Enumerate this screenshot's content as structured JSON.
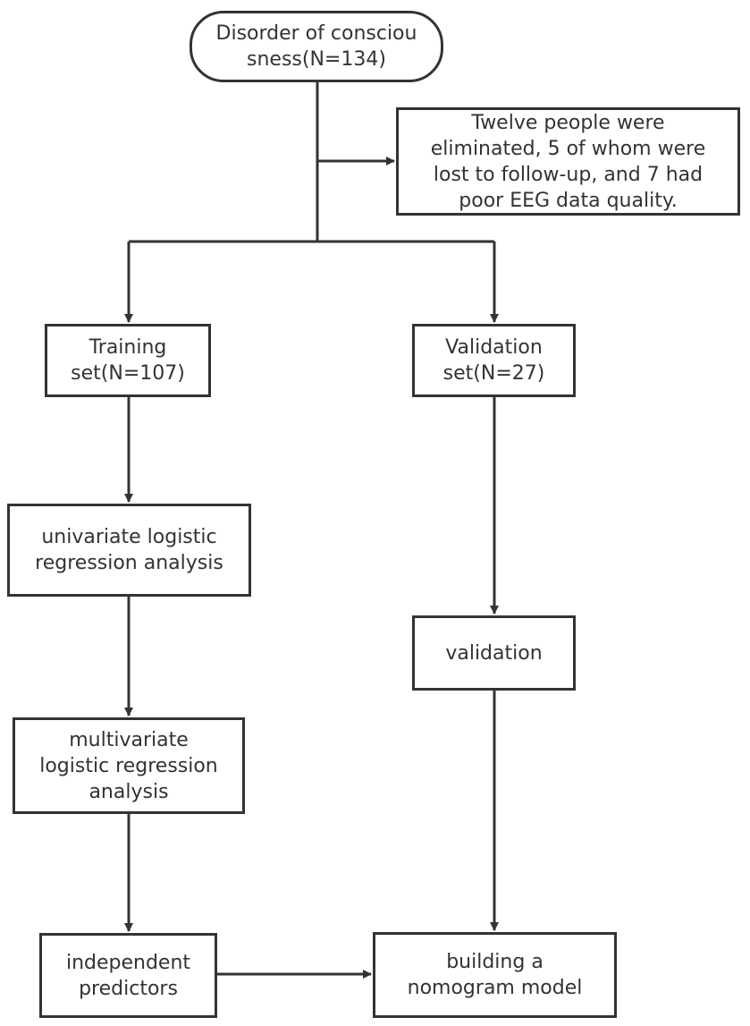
{
  "nodes": {
    "start": "Disorder of consciou\nsness(N=134)",
    "excluded": "Twelve people were\neliminated, 5 of whom were\nlost to follow-up, and 7 had\npoor EEG data quality.",
    "training": "Training\nset(N=107)",
    "validation_set": "Validation\nset(N=27)",
    "univariate": "univariate logistic\nregression analysis",
    "multivariate": "multivariate\nlogistic regression\nanalysis",
    "validation": "validation",
    "predictors": "independent\npredictors",
    "nomogram": "building a\nnomogram model"
  },
  "colors": {
    "line": "#333333",
    "text": "#333333",
    "background": "#ffffff"
  }
}
